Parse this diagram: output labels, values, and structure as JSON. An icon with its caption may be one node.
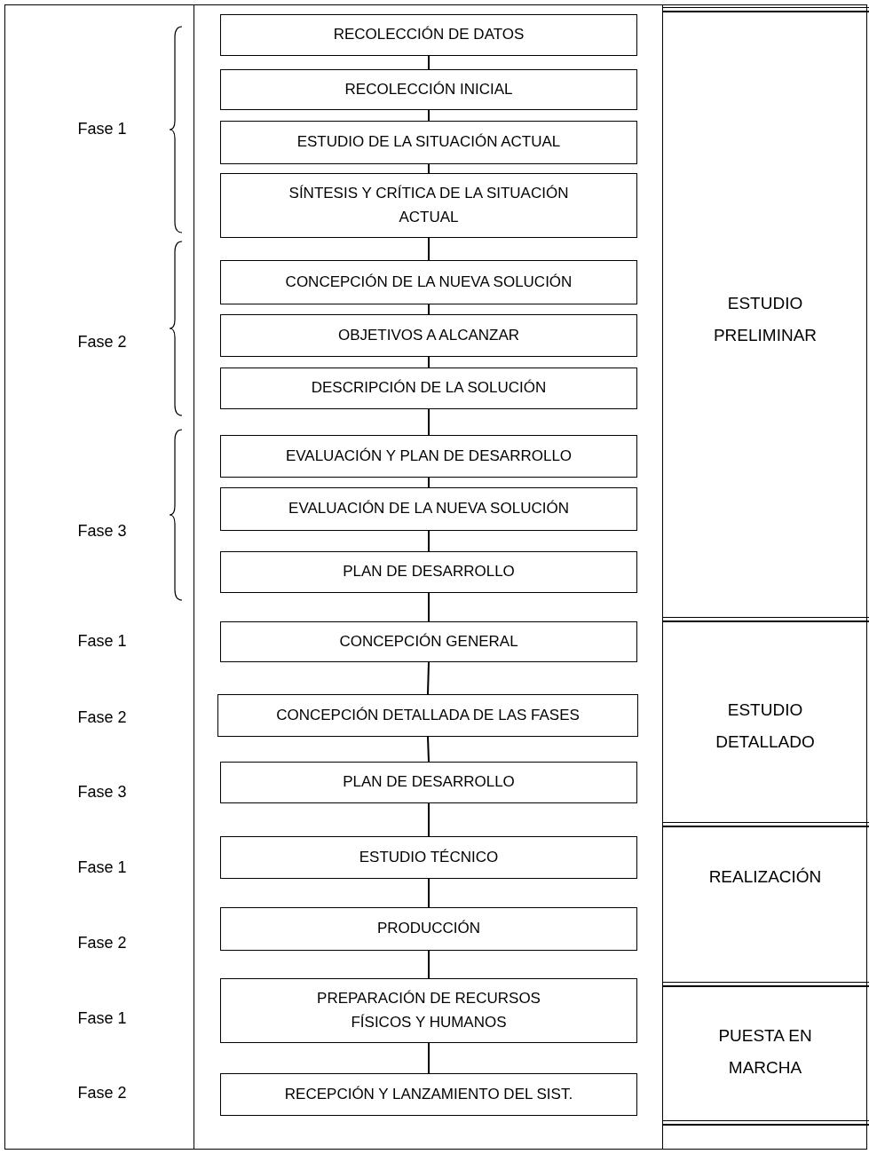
{
  "diagram": {
    "nodes": [
      {
        "text": [
          "RECOLECCIÓN DE DATOS"
        ]
      },
      {
        "text": [
          "RECOLECCIÓN INICIAL"
        ]
      },
      {
        "text": [
          "ESTUDIO DE LA SITUACIÓN ACTUAL"
        ]
      },
      {
        "text": [
          "SÍNTESIS Y CRÍTICA DE LA SITUACIÓN ACTUAL"
        ]
      },
      {
        "text": [
          "CONCEPCIÓN DE LA NUEVA SOLUCIÓN"
        ]
      },
      {
        "text": [
          "OBJETIVOS A ALCANZAR"
        ]
      },
      {
        "text": [
          "DESCRIPCIÓN DE LA SOLUCIÓN"
        ]
      },
      {
        "text": [
          "EVALUACIÓN Y PLAN DE DESARROLLO"
        ]
      },
      {
        "text": [
          "EVALUACIÓN DE LA NUEVA SOLUCIÓN"
        ]
      },
      {
        "text": [
          "PLAN DE DESARROLLO"
        ]
      },
      {
        "text": [
          "CONCEPCIÓN GENERAL"
        ]
      },
      {
        "text": [
          "CONCEPCIÓN DETALLADA DE LAS FASES"
        ]
      },
      {
        "text": [
          "PLAN DE DESARROLLO"
        ]
      },
      {
        "text": [
          "ESTUDIO TÉCNICO"
        ]
      },
      {
        "text": [
          "PRODUCCIÓN"
        ]
      },
      {
        "text": [
          "PREPARACIÓN DE RECURSOS FÍSICOS Y HUMANOS"
        ]
      },
      {
        "text": [
          "RECEPCIÓN Y LANZAMIENTO DEL SIST."
        ]
      }
    ],
    "edges": [
      {
        "from": 0,
        "to": 1,
        "arrow": "none"
      },
      {
        "from": 1,
        "to": 2,
        "arrow": "none"
      },
      {
        "from": 2,
        "to": 3,
        "arrow": "none"
      },
      {
        "from": 3,
        "to": 4,
        "arrow": "none"
      },
      {
        "from": 4,
        "to": 5,
        "arrow": "none"
      },
      {
        "from": 5,
        "to": 6,
        "arrow": "none"
      },
      {
        "from": 6,
        "to": 7,
        "arrow": "none"
      },
      {
        "from": 7,
        "to": 8,
        "arrow": "none"
      },
      {
        "from": 8,
        "to": 9,
        "arrow": "none"
      },
      {
        "from": 9,
        "to": 10,
        "arrow": "none"
      },
      {
        "from": 10,
        "to": 11,
        "arrow": "none"
      },
      {
        "from": 11,
        "to": 12,
        "arrow": "none"
      },
      {
        "from": 12,
        "to": 13,
        "arrow": "none"
      },
      {
        "from": 13,
        "to": 14,
        "arrow": "none"
      },
      {
        "from": 14,
        "to": 15,
        "arrow": "none"
      },
      {
        "from": 15,
        "to": 16,
        "arrow": "none"
      }
    ],
    "labels": [
      "Fase 1",
      "ESTUDIO PRELIMINAR",
      "Fase 2",
      "Fase 3",
      "Fase 1",
      "Fase 2",
      "ESTUDIO DETALLADO",
      "Fase 3",
      "Fase 1",
      "REALIZACIÓN",
      "Fase 2",
      "Fase 1",
      "PUESTA EN MARCHA",
      "Fase 2"
    ]
  }
}
